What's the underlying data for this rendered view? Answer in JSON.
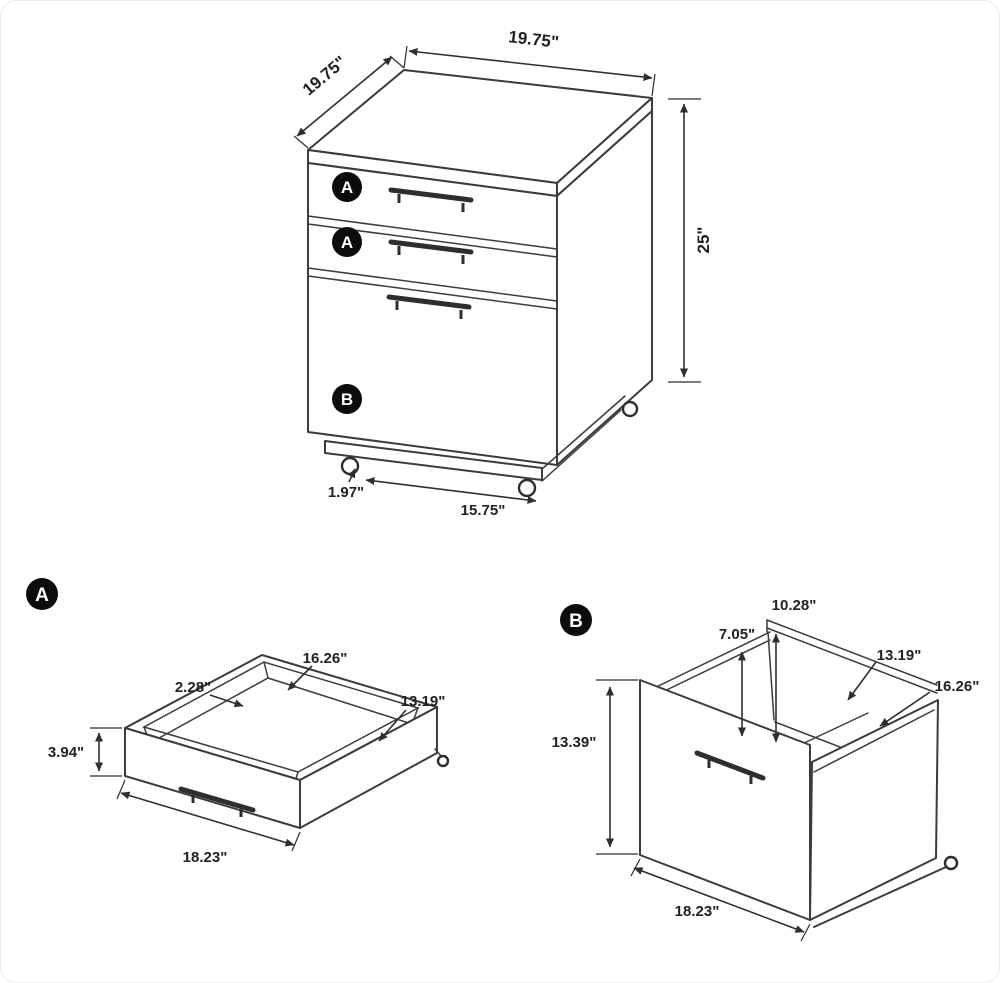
{
  "diagram": {
    "cabinet": {
      "label_top_drawer": "A",
      "label_middle_drawer": "A",
      "label_bottom_drawer": "B",
      "dim_top_width": "19.75\"",
      "dim_top_depth": "19.75\"",
      "dim_height": "25\"",
      "dim_caster_height": "1.97\"",
      "dim_base_depth": "15.75\""
    },
    "drawer_a": {
      "label": "A",
      "dim_height": "3.94\"",
      "dim_rim_thickness": "2.28\"",
      "dim_inner_width": "16.26\"",
      "dim_inner_depth": "13.19\"",
      "dim_outer_width": "18.23\""
    },
    "drawer_b": {
      "label": "B",
      "dim_back_height": "10.28\"",
      "dim_inner_height": "7.05\"",
      "dim_inner_depth": "13.19\"",
      "dim_inner_width": "16.26\"",
      "dim_front_height": "13.39\"",
      "dim_outer_width": "18.23\""
    }
  }
}
